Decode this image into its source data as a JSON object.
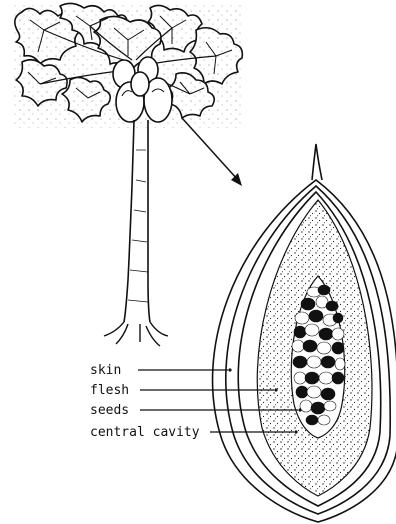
{
  "labels": {
    "skin": "skin",
    "flesh": "flesh",
    "seeds": "seeds",
    "central_cavity": "central cavity"
  },
  "icons": [
    "papaya-tree-icon",
    "papaya-fruit-cross-section-icon"
  ],
  "colors": {
    "ink": "#111111",
    "background": "#ffffff"
  }
}
